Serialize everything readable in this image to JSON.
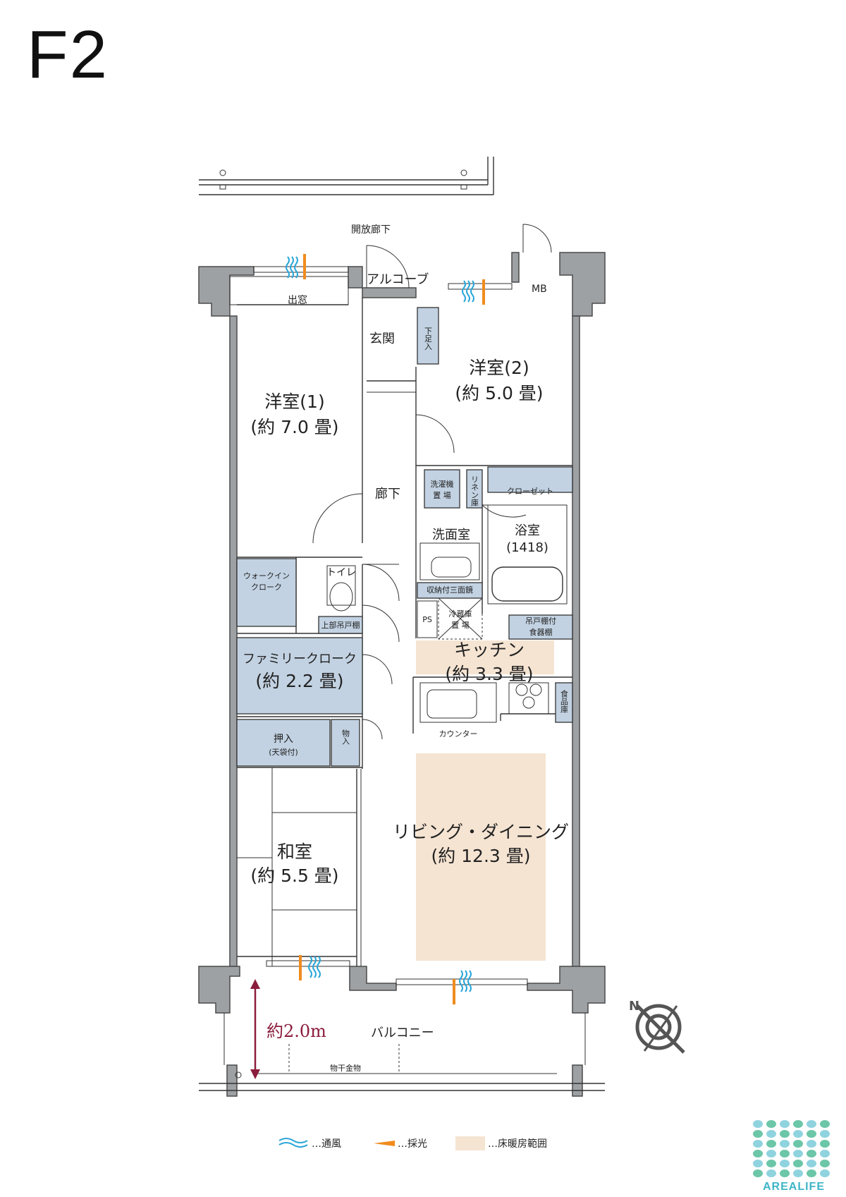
{
  "plan_title": "F2",
  "labels": {
    "corridor_open": "開放廊下",
    "alcove": "アルコーブ",
    "bay_window": "出窓",
    "mb": "MB",
    "entrance": "玄関",
    "shoe_box": "下足入",
    "western1_name": "洋室(1)",
    "western1_size": "(約 7.0 畳)",
    "western2_name": "洋室(2)",
    "western2_size": "(約 5.0 畳)",
    "hallway": "廊下",
    "washer_line1": "洗濯機",
    "washer_line2": "置 場",
    "linen": "リネン庫",
    "closet": "クローゼット",
    "washroom": "洗面室",
    "bath_name": "浴室",
    "bath_size": "(1418)",
    "wic_line1": "ウォークイン",
    "wic_line2": "クローク",
    "toilet": "トイレ",
    "toilet_shelf": "上部吊戸棚",
    "vanity": "収納付三面鏡",
    "ps": "PS",
    "fridge_line1": "冷蔵庫",
    "fridge_line2": "置 場",
    "wall_cab_line1": "吊戸棚付",
    "wall_cab_line2": "食器棚",
    "kitchen_name": "キッチン",
    "kitchen_size": "(約 3.3 畳)",
    "family_closet_name": "ファミリークローク",
    "family_closet_size": "(約 2.2 畳)",
    "counter": "カウンター",
    "pantry": "食品庫",
    "oshiire_line1": "押入",
    "oshiire_line2": "(天袋付)",
    "storage": "物入",
    "japanese_name": "和室",
    "japanese_size": "(約 5.5 畳)",
    "ld_name": "リビング・ダイニング",
    "ld_size": "(約 12.3 畳)",
    "balcony": "バルコニー",
    "balcony_depth": "約2.0m",
    "laundry_hanger": "物干金物",
    "north": "N"
  },
  "legend": [
    {
      "symbol": "wind-icon",
      "text": "…通風"
    },
    {
      "symbol": "light-icon",
      "text": "…採光"
    },
    {
      "symbol": "floor-heating-swatch",
      "text": "…床暖房範囲"
    }
  ],
  "logo_text": "AREALIFE",
  "colors": {
    "storage_fill": "#c2d2e2",
    "floor_heating": "#f5e4d2",
    "wall": "#9ea1a4",
    "wind": "#2aa6d8",
    "light": "#f08c1e",
    "dimension": "#8b1d3c",
    "logo_dot_a": "#8fd3df",
    "logo_dot_b": "#6cc6a8"
  }
}
